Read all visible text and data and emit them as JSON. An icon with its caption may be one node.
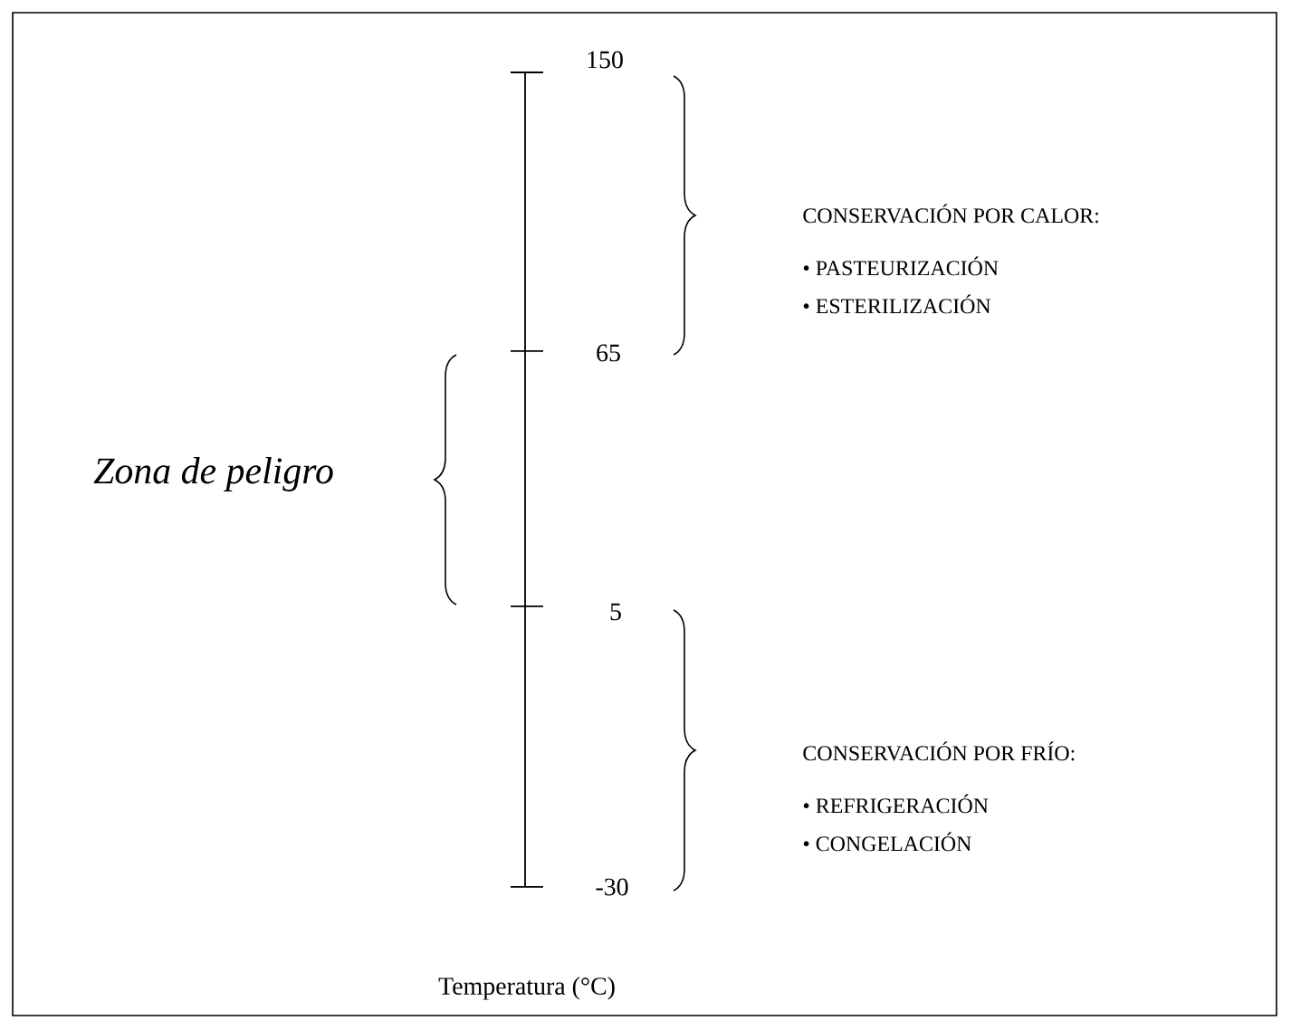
{
  "diagram": {
    "labels": [
      "150",
      "CONSERVACIÓN POR CALOR:",
      "• PASTEURIZACIÓN",
      "• ESTERILIZACIÓN",
      "65",
      "Zona de peligro",
      "5",
      "CONSERVACIÓN POR FRÍO:",
      "• REFRIGERACIÓN",
      "• CONGELACIÓN",
      "-30",
      "Temperatura (°C)"
    ]
  }
}
